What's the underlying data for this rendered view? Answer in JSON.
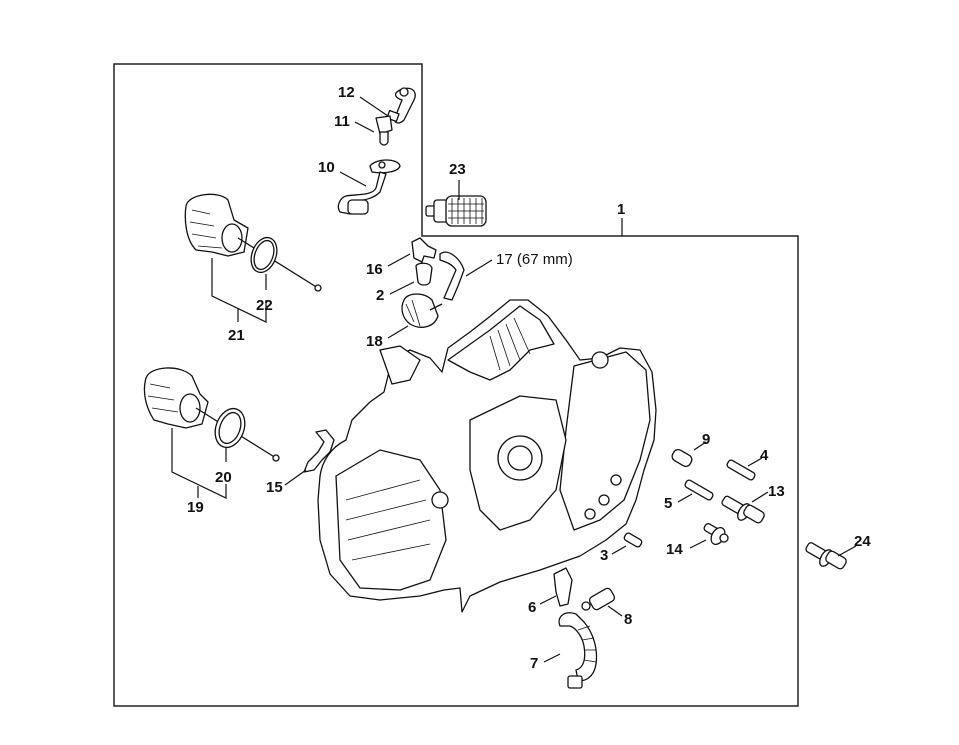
{
  "diagram": {
    "title": "Crankcase parts diagram",
    "callouts": [
      {
        "id": "1",
        "label": "1",
        "part": "crankcase-assembly"
      },
      {
        "id": "2",
        "label": "2",
        "part": "grommet"
      },
      {
        "id": "3",
        "label": "3",
        "part": "stud-short"
      },
      {
        "id": "4",
        "label": "4",
        "part": "stud"
      },
      {
        "id": "5",
        "label": "5",
        "part": "stud"
      },
      {
        "id": "6",
        "label": "6",
        "part": "oil-pickup-body"
      },
      {
        "id": "7",
        "label": "7",
        "part": "oil-hose"
      },
      {
        "id": "8",
        "label": "8",
        "part": "oil-filter"
      },
      {
        "id": "9",
        "label": "9",
        "part": "sleeve"
      },
      {
        "id": "10",
        "label": "10",
        "part": "fuel-hose"
      },
      {
        "id": "11",
        "label": "11",
        "part": "valve"
      },
      {
        "id": "12",
        "label": "12",
        "part": "hose"
      },
      {
        "id": "13",
        "label": "13",
        "part": "collar-stud"
      },
      {
        "id": "14",
        "label": "14",
        "part": "collar-screw"
      },
      {
        "id": "15",
        "label": "15",
        "part": "spring-clip"
      },
      {
        "id": "16",
        "label": "16",
        "part": "elbow-connector"
      },
      {
        "id": "17",
        "label": "17 (67 mm)",
        "part": "impulse-hose"
      },
      {
        "id": "18",
        "label": "18",
        "part": "valve-assembly"
      },
      {
        "id": "19",
        "label": "19",
        "part": "oil-pump-assembly"
      },
      {
        "id": "20",
        "label": "20",
        "part": "o-ring"
      },
      {
        "id": "21",
        "label": "21",
        "part": "oil-pump-assembly-alt"
      },
      {
        "id": "22",
        "label": "22",
        "part": "o-ring"
      },
      {
        "id": "23",
        "label": "23",
        "part": "fuel-pickup-filter"
      },
      {
        "id": "24",
        "label": "24",
        "part": "collar-stud"
      }
    ]
  }
}
